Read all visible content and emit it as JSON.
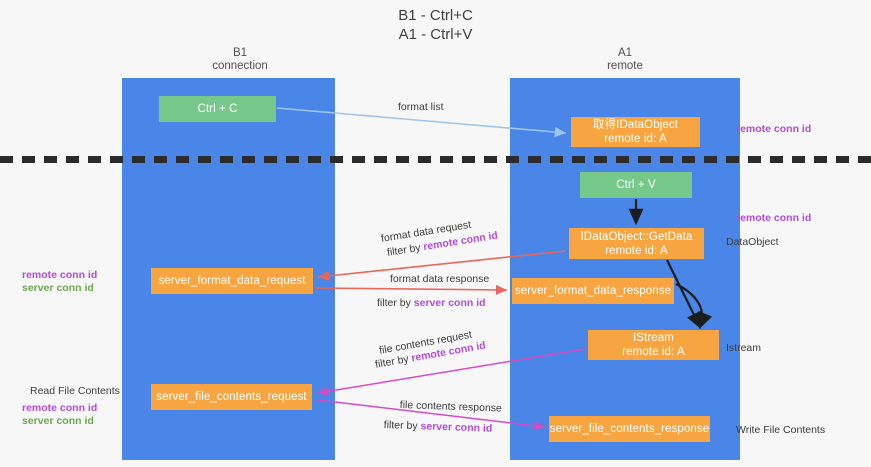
{
  "title": "B1 - Ctrl+C\nA1 - Ctrl+V",
  "columns": {
    "left": "B1\nconnection",
    "right": "A1\nremote"
  },
  "boxes": {
    "ctrl_c": "Ctrl + C",
    "idataobject": "取得IDataObject\nremote id: A",
    "ctrl_v": "Ctrl + V",
    "getdata": "IDataObject::GetData\nremote id: A",
    "server_format_data_request": "server_format_data_request",
    "server_format_data_response": "server_format_data_response",
    "istream": "IStream\nremote id: A",
    "server_file_contents_request": "server_file_contents_request",
    "server_file_contents_response": "server_file_contents_response"
  },
  "arrow_labels": {
    "format_list": "format list",
    "format_data_request": "format data request",
    "format_data_request_filter_prefix": "filter by ",
    "format_data_request_filter_key": "remote conn id",
    "format_data_response": "format data response",
    "format_data_response_filter_prefix": "filter by ",
    "format_data_response_filter_key": "server conn id",
    "file_contents_request": "file contents request",
    "file_contents_request_filter_prefix": "filter by ",
    "file_contents_request_filter_key": "remote conn id",
    "file_contents_response": "file contents response",
    "file_contents_response_filter_prefix": "filter by ",
    "file_contents_response_filter_key": "server conn id"
  },
  "right_notes": {
    "remote_conn_id_top": "remote conn id",
    "remote_conn_id_mid": "remote conn id",
    "dataobject": "DataObject",
    "istream": "Istream",
    "write_file_contents": "Write File Contents"
  },
  "left_notes": {
    "remote_conn_id": "remote conn id",
    "server_conn_id": "server conn id",
    "read_file_contents": "Read File Contents",
    "remote_conn_id_2": "remote conn id",
    "server_conn_id_2": "server conn id"
  },
  "colors": {
    "lane": "#4a86e8",
    "green_box": "#76c98a",
    "orange_box": "#f6a540",
    "purple_text": "#b14bd8",
    "green_text": "#6aa84f",
    "red_arrow": "#e8675a",
    "magenta_arrow": "#d64bc0",
    "blue_arrow": "#9fc5e8",
    "dark_arrow": "#1c1c1c"
  }
}
